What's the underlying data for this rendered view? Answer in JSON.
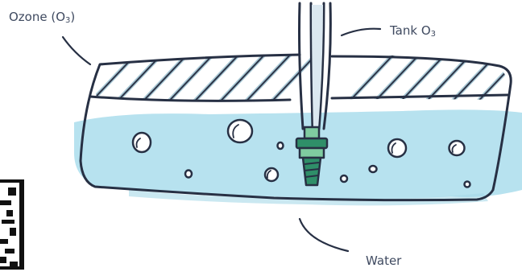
{
  "labels": {
    "ozone": {
      "text": "Ozone (O",
      "sub": "3",
      "suffix": ")"
    },
    "tank": {
      "text": "Tank O",
      "sub": "3"
    },
    "water": {
      "text": "Water"
    }
  },
  "colors": {
    "outline": "#273044",
    "water": "#b7e2ef",
    "water_dark": "#8fcfe2",
    "hatch": "#2d3548",
    "hatch_shadow": "#a9c9d6",
    "nozzle": "#2f8f69",
    "nozzle_light": "#7fcca0",
    "label": "#3f4a60"
  },
  "icons": [
    "qr-code-icon"
  ]
}
